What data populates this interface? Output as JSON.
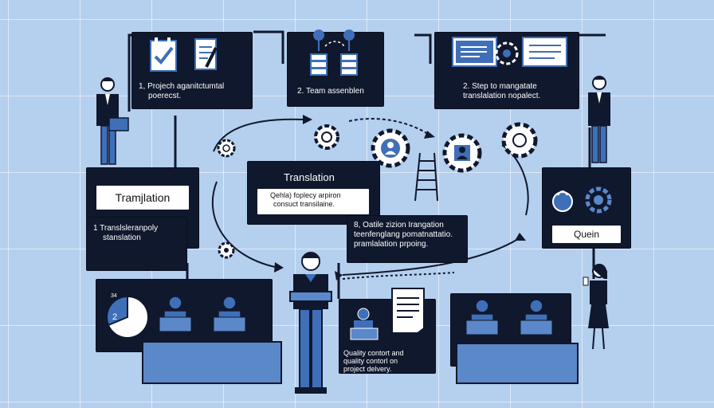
{
  "step1": {
    "line1": "1, Projech aganitctumtal",
    "line2": "poerecst."
  },
  "step2": {
    "line1": "2. Team assenblen"
  },
  "step3": {
    "line1": "2. Step to mangatate",
    "line2": "translalation nopalect."
  },
  "left_card": {
    "title": "Tramjlation",
    "line1": "1 Translsleranpoly",
    "line2": "stanslation"
  },
  "center_card": {
    "title": "Translation",
    "line1": "Qehla) foplecy arpiron",
    "line2": "consuct transilaine."
  },
  "step8": {
    "line1": "8, Oatile zizion Irangation",
    "line2": "teenfenglang pomatnattatio.",
    "line3": "pramlalation prpoing."
  },
  "right_card": {
    "title": "Quein"
  },
  "quality": {
    "line1": "Quality contort and",
    "line2": "quality contorl on",
    "line3": "project delvery."
  },
  "pie_label": "2",
  "pie_small": "34",
  "colors": {
    "navy": "#10182d",
    "accent": "#3f6fb8",
    "bg": "#b5cfee"
  }
}
